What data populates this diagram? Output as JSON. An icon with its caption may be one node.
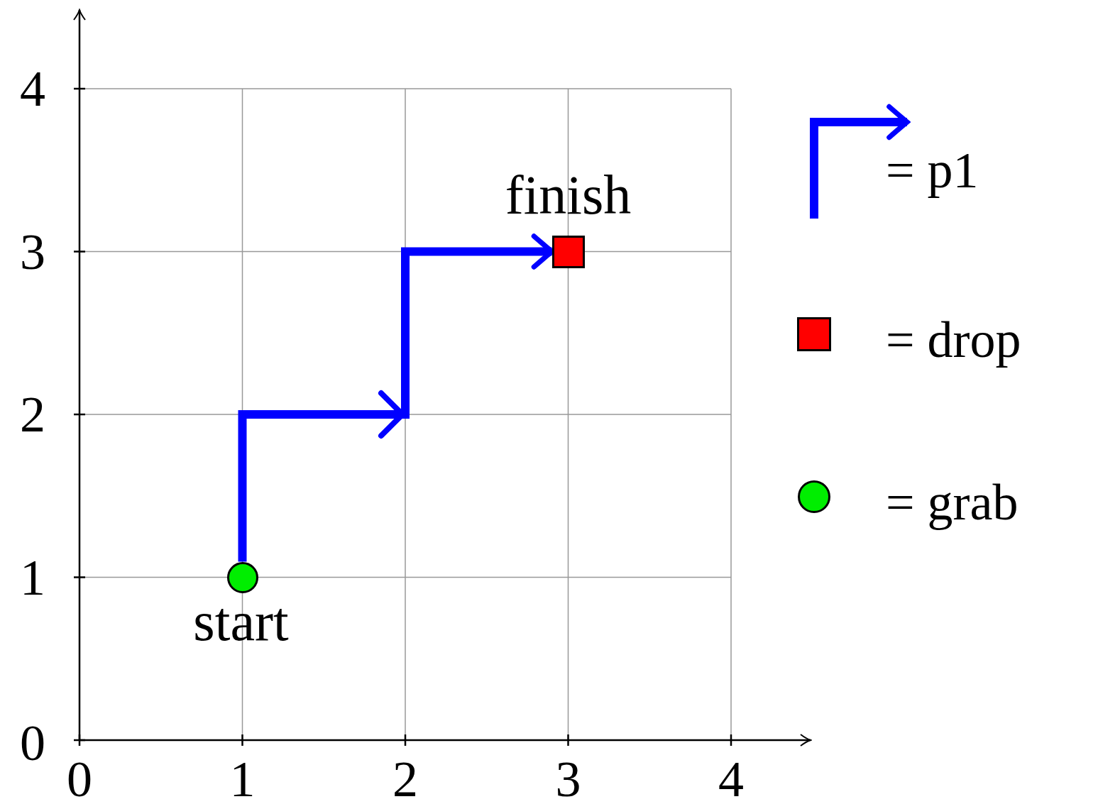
{
  "diagram": {
    "nodes": [
      {
        "text": [],
        "shape": "circle",
        "beside": [
          "start"
        ]
      },
      {
        "text": [],
        "shape": "box",
        "beside": [
          "finish"
        ]
      }
    ],
    "edges": [
      {
        "from": 0,
        "to": 1,
        "arrow": "to"
      }
    ],
    "labels": [
      "4",
      "3",
      "2",
      "1",
      "0",
      "0",
      "1",
      "2",
      "3",
      "4"
    ],
    "legend": [
      {
        "text": "= p1"
      },
      {
        "text": "= drop"
      },
      {
        "text": "= grab"
      }
    ]
  }
}
